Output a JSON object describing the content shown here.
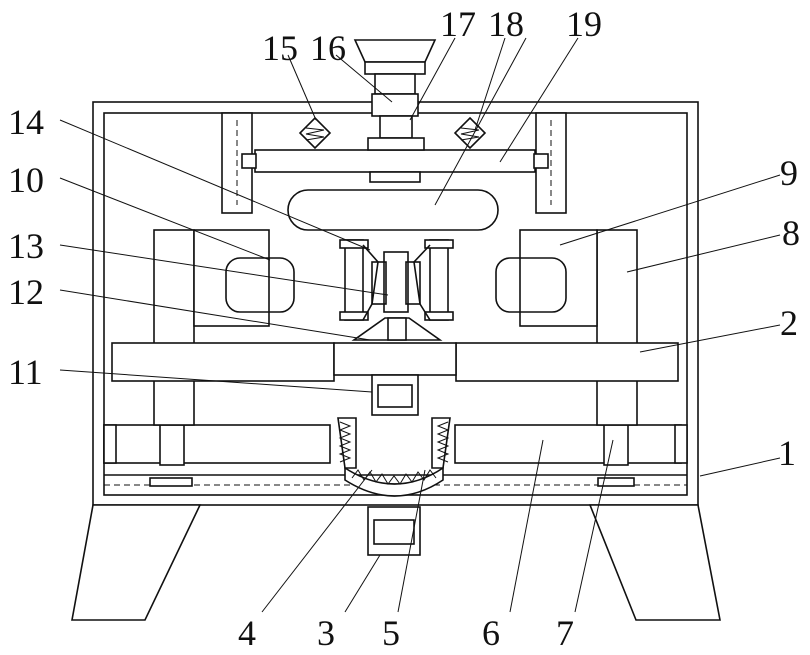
{
  "figure": {
    "labels": [
      "1",
      "2",
      "3",
      "4",
      "5",
      "6",
      "7",
      "8",
      "9",
      "10",
      "11",
      "12",
      "13",
      "14",
      "15",
      "16",
      "17",
      "18",
      "19"
    ]
  }
}
